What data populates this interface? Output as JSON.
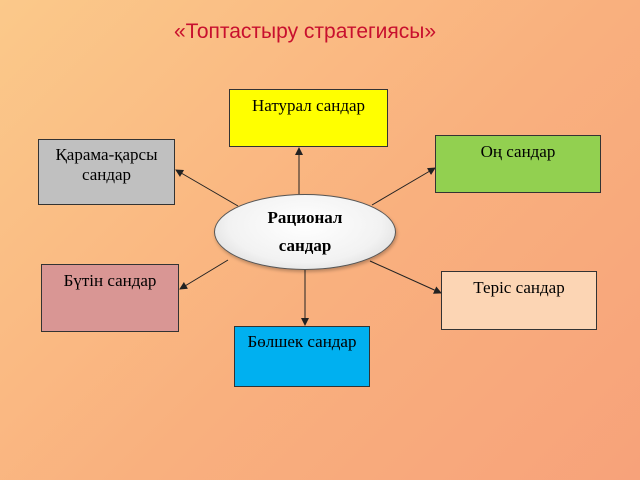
{
  "title": "«Топтастыру стратегиясы»",
  "center": {
    "line1": "Рационал",
    "line2": "сандар"
  },
  "boxes": {
    "top": {
      "label": "Натурал сандар",
      "color": "#ffff00"
    },
    "top_right": {
      "label": "Оң сандар",
      "color": "#92d050"
    },
    "top_left": {
      "label": "Қарама-қарсы сандар",
      "color": "#c0c0c0"
    },
    "middle_left": {
      "label": "Бүтін сандар",
      "color": "#d99694"
    },
    "middle_right": {
      "label": "Теріс сандар",
      "color": "#fcd5b4"
    },
    "bottom": {
      "label": "Бөлшек сандар",
      "color": "#00b0f0"
    }
  }
}
